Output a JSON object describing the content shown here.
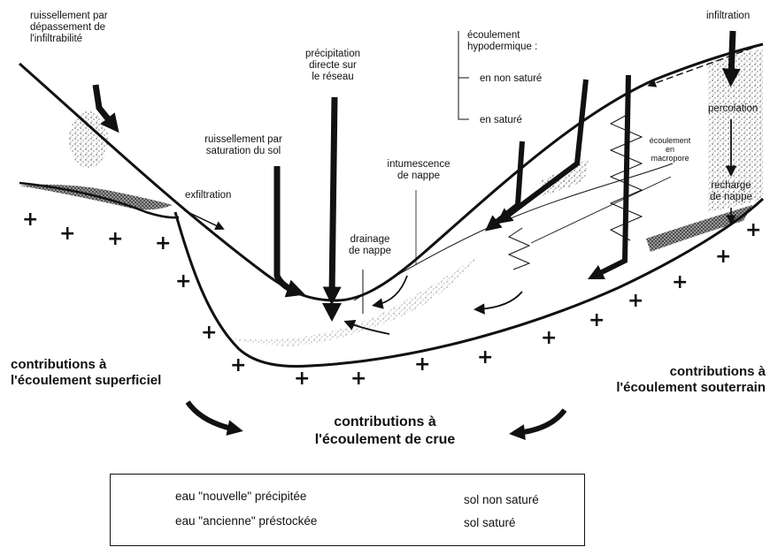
{
  "labels": {
    "ruissellement_infiltrabilite": [
      "ruissellement par",
      "dépassement de",
      "l'infiltrabilité"
    ],
    "precipitation_directe": [
      "précipitation",
      "directe sur",
      "le réseau"
    ],
    "ruissellement_saturation": [
      "ruissellement par",
      "saturation du sol"
    ],
    "exfiltration": "exfiltration",
    "intumescence": [
      "intumescence",
      "de nappe"
    ],
    "drainage": [
      "drainage",
      "de nappe"
    ],
    "ecoulement_hypodermique": [
      "écoulement",
      "hypodermique :"
    ],
    "en_non_sature": "en non saturé",
    "en_sature": "en saturé",
    "ecoulement_macropore": [
      "écoulement",
      "en",
      "macropore"
    ],
    "infiltration": "infiltration",
    "percolation": "percolation",
    "recharge": [
      "recharge",
      "de nappe"
    ]
  },
  "contributions": {
    "superficiel": [
      "contributions à",
      "l'écoulement superficiel"
    ],
    "souterrain": [
      "contributions à",
      "l'écoulement souterrain"
    ],
    "crue": [
      "contributions à",
      "l'écoulement de crue"
    ]
  },
  "legend": {
    "new_water": "eau \"nouvelle\" précipitée",
    "old_water": "eau \"ancienne\" préstockée",
    "unsaturated": "sol non saturé",
    "saturated": "sol saturé"
  },
  "plus_sign": "+"
}
